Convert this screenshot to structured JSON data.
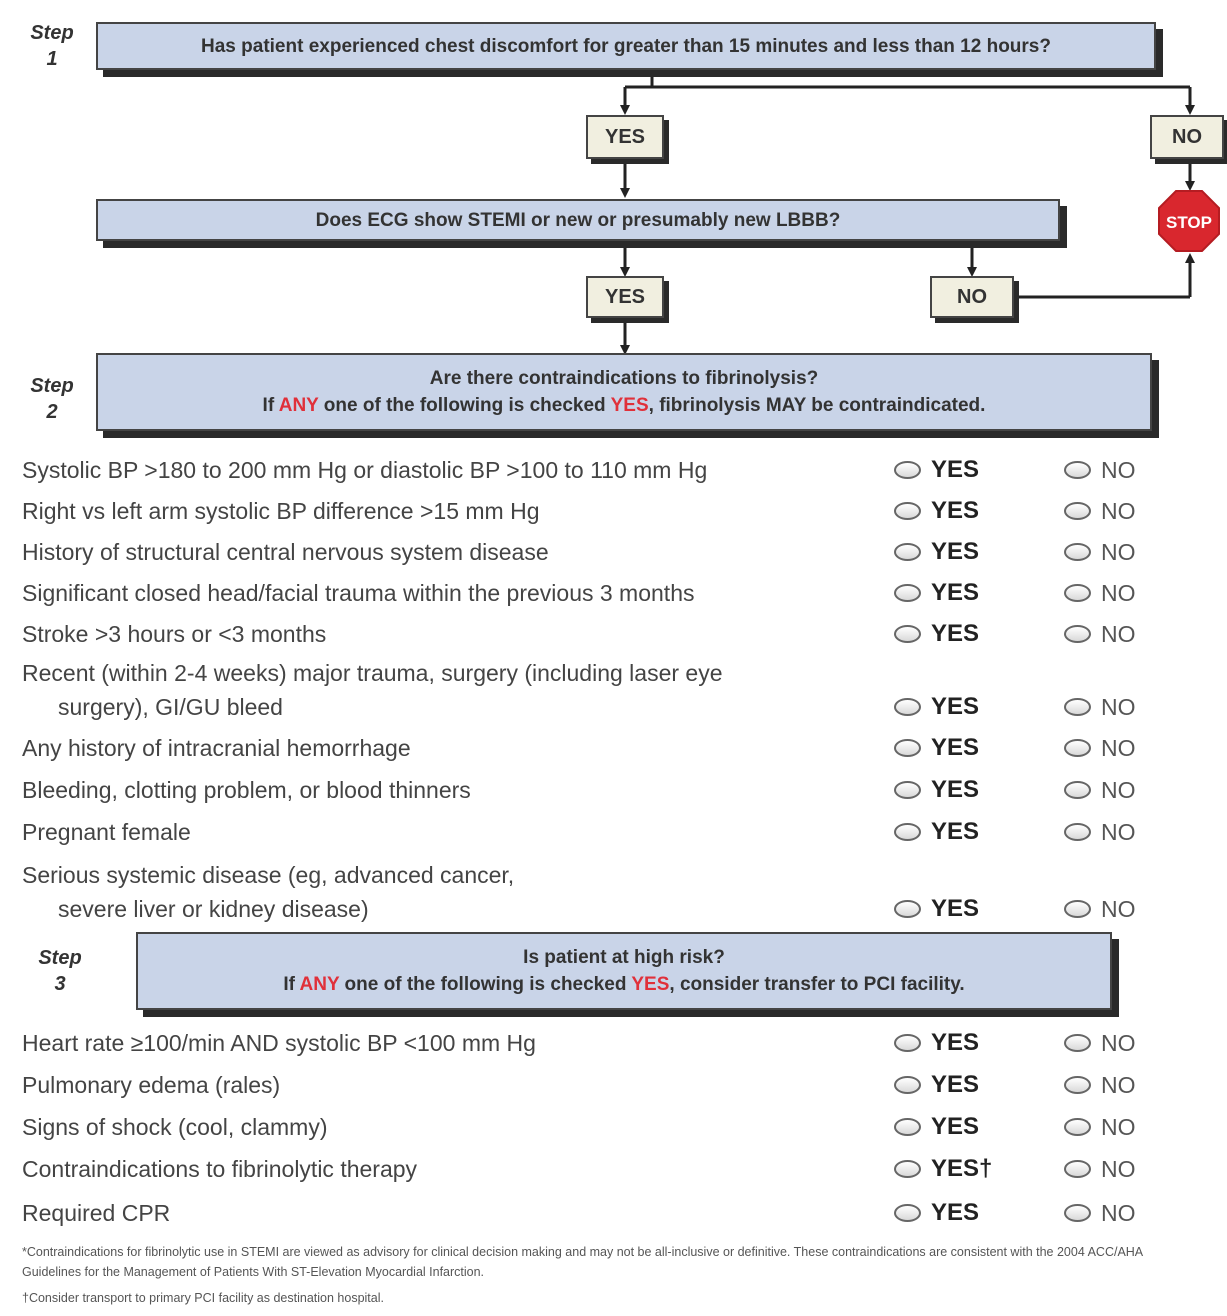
{
  "step1": {
    "label_word": "Step",
    "label_num": "1",
    "question": "Has patient experienced chest discomfort for greater than 15 minutes and less than 12 hours?",
    "yes": "YES",
    "no": "NO",
    "stop": "STOP"
  },
  "ecg": {
    "question": "Does ECG show STEMI or new or presumably new LBBB?",
    "yes": "YES",
    "no": "NO"
  },
  "step2": {
    "label_word": "Step",
    "label_num": "2",
    "line1": "Are there contraindications to fibrinolysis?",
    "line2_a": "If ",
    "line2_any": "ANY",
    "line2_b": " one of the following is checked ",
    "line2_yes": "YES",
    "line2_c": ", fibrinolysis MAY be contraindicated.",
    "items": [
      {
        "text": "Systolic BP >180 to 200 mm Hg or diastolic BP >100 to 110 mm Hg",
        "text2": "",
        "yes": "YES",
        "no": "NO"
      },
      {
        "text": "Right vs left arm systolic BP difference >15 mm Hg",
        "text2": "",
        "yes": "YES",
        "no": "NO"
      },
      {
        "text": "History of structural central nervous system disease",
        "text2": "",
        "yes": "YES",
        "no": "NO"
      },
      {
        "text": "Significant closed head/facial trauma within the previous 3 months",
        "text2": "",
        "yes": "YES",
        "no": "NO"
      },
      {
        "text": "Stroke >3 hours or <3 months",
        "text2": "",
        "yes": "YES",
        "no": "NO"
      },
      {
        "text": "Recent (within 2-4 weeks) major trauma, surgery (including laser eye",
        "text2": "surgery), GI/GU bleed",
        "yes": "YES",
        "no": "NO"
      },
      {
        "text": "Any history of intracranial hemorrhage",
        "text2": "",
        "yes": "YES",
        "no": "NO"
      },
      {
        "text": "Bleeding, clotting problem, or blood thinners",
        "text2": "",
        "yes": "YES",
        "no": "NO"
      },
      {
        "text": "Pregnant female",
        "text2": "",
        "yes": "YES",
        "no": "NO"
      },
      {
        "text": "Serious systemic disease (eg, advanced cancer,",
        "text2": "severe liver or kidney disease)",
        "yes": "YES",
        "no": "NO"
      }
    ]
  },
  "step3": {
    "label_word": "Step",
    "label_num": "3",
    "line1": "Is patient at high risk?",
    "line2_a": "If ",
    "line2_any": "ANY",
    "line2_b": " one of the following is checked ",
    "line2_yes": "YES",
    "line2_c": ", consider transfer to PCI facility.",
    "items": [
      {
        "text": "Heart rate ≥100/min AND systolic BP <100 mm Hg",
        "yes": "YES",
        "no": "NO"
      },
      {
        "text": "Pulmonary edema (rales)",
        "yes": "YES",
        "no": "NO"
      },
      {
        "text": "Signs of shock (cool, clammy)",
        "yes": "YES",
        "no": "NO"
      },
      {
        "text": "Contraindications to fibrinolytic therapy",
        "yes": "YES†",
        "no": "NO"
      },
      {
        "text": "Required CPR",
        "yes": "YES",
        "no": "NO"
      }
    ]
  },
  "footnotes": {
    "note1": "*Contraindications for fibrinolytic use in STEMI are viewed as advisory for clinical decision making and may not be all-inclusive or definitive. These contraindications are consistent with the 2004 ACC/AHA Guidelines for the Management of Patients With ST-Elevation Myocardial Infarction.",
    "note2": "†Consider transport to primary PCI facility as destination hospital."
  },
  "colors": {
    "question_box": "#c9d4e8",
    "answer_box": "#f1efe0",
    "accent_red": "#e0303a",
    "stop_red": "#d9272e"
  }
}
